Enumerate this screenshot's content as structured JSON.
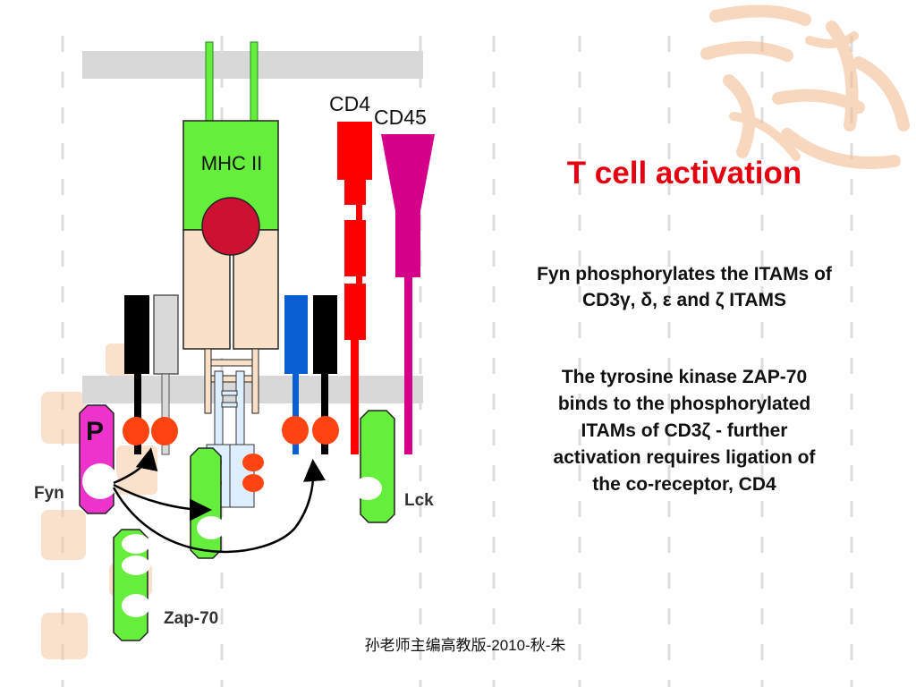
{
  "diagram": {
    "labels": {
      "mhc": "MHC II",
      "cd4": "CD4",
      "cd45": "CD45",
      "p": "P",
      "fyn": "Fyn",
      "lck": "Lck",
      "zap70": "Zap-70"
    },
    "colors": {
      "mhc_green": "#66ee3c",
      "tcr_peach": "#fbe0c8",
      "peptide_red": "#cc1133",
      "cd4_red": "#ff0000",
      "cd45_magenta": "#d4008a",
      "fyn_magenta": "#ee33cc",
      "itam_orange": "#ff4411",
      "membrane_gray": "#d8d8d8",
      "cd3_blue": "#0a5fd0",
      "stamp_color": "#f5c9a3"
    }
  },
  "text": {
    "title": "T cell activation",
    "para1_line1": "Fyn phosphorylates the ITAMs of",
    "para1_line2": "CD3γ, δ, ε and ζ ITAMS",
    "para2_line1": "The tyrosine kinase ZAP-70",
    "para2_line2": "binds to the phosphorylated",
    "para2_line3": "ITAMs of CD3ζ - further",
    "para2_line4": "activation requires ligation of",
    "para2_line5": "the co-receptor, CD4",
    "footer": "孙老师主编高教版-2010-秋-朱"
  }
}
